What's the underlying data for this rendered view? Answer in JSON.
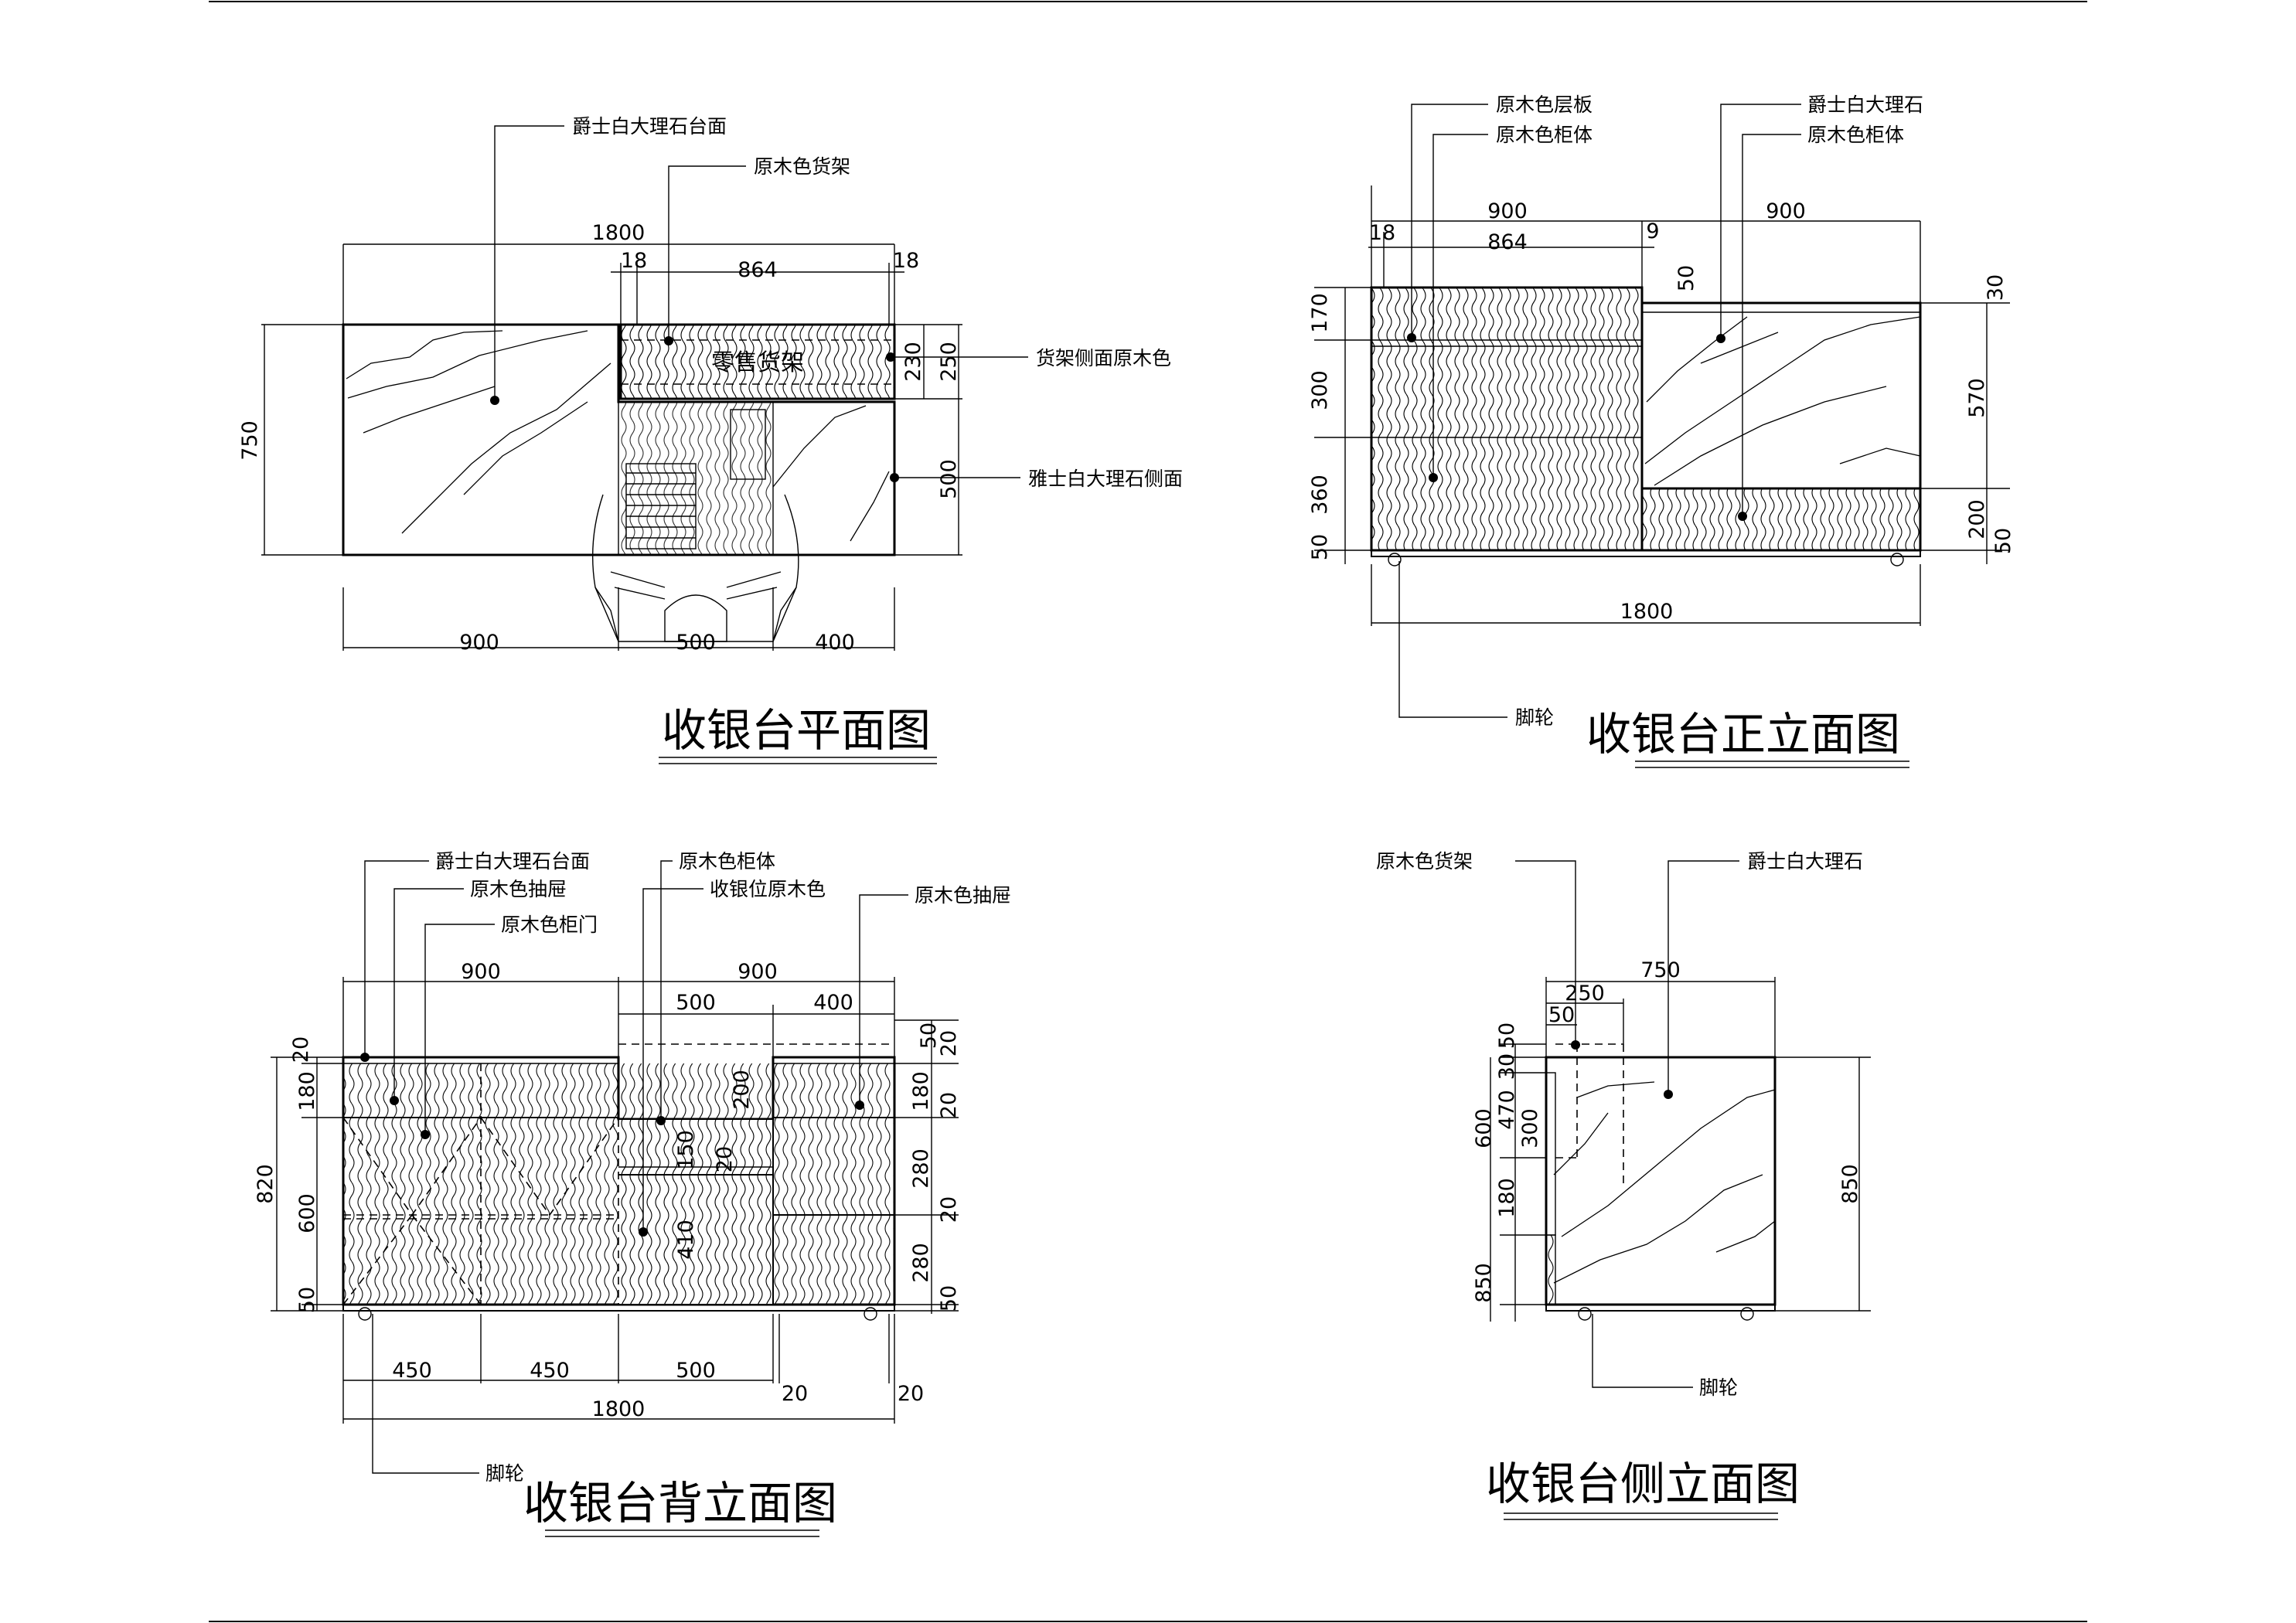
{
  "plan": {
    "title": "收银台平面图",
    "labels": [
      "爵士白大理石台面",
      "原木色货架",
      "货架侧面原木色",
      "雅士白大理石侧面"
    ],
    "shelf_text": "零售货架",
    "dims": [
      "1800",
      "18",
      "864",
      "18",
      "750",
      "230",
      "250",
      "500",
      "900",
      "500",
      "400"
    ]
  },
  "front": {
    "title": "收银台正立面图",
    "labels": [
      "原木色层板",
      "原木色柜体",
      "爵士白大理石",
      "原木色柜体",
      "脚轮"
    ],
    "dims": [
      "900",
      "18",
      "864",
      "9",
      "900",
      "50",
      "30",
      "170",
      "300",
      "360",
      "50",
      "570",
      "200",
      "50",
      "1800"
    ]
  },
  "back": {
    "title": "收银台背立面图",
    "labels": [
      "爵士白大理石台面",
      "原木色抽屉",
      "原木色柜门",
      "原木色柜体",
      "收银位原木色",
      "原木色抽屉",
      "脚轮"
    ],
    "dims": [
      "900",
      "900",
      "500",
      "400",
      "50",
      "20",
      "20",
      "180",
      "820",
      "600",
      "50",
      "200",
      "150",
      "20",
      "410",
      "180",
      "20",
      "280",
      "20",
      "280",
      "50",
      "450",
      "450",
      "500",
      "20",
      "20",
      "1800"
    ]
  },
  "side": {
    "title": "收银台侧立面图",
    "labels": [
      "原木色货架",
      "爵士白大理石",
      "脚轮"
    ],
    "dims": [
      "750",
      "250",
      "50",
      "50",
      "30",
      "600",
      "470",
      "300",
      "180",
      "850",
      "850"
    ]
  }
}
